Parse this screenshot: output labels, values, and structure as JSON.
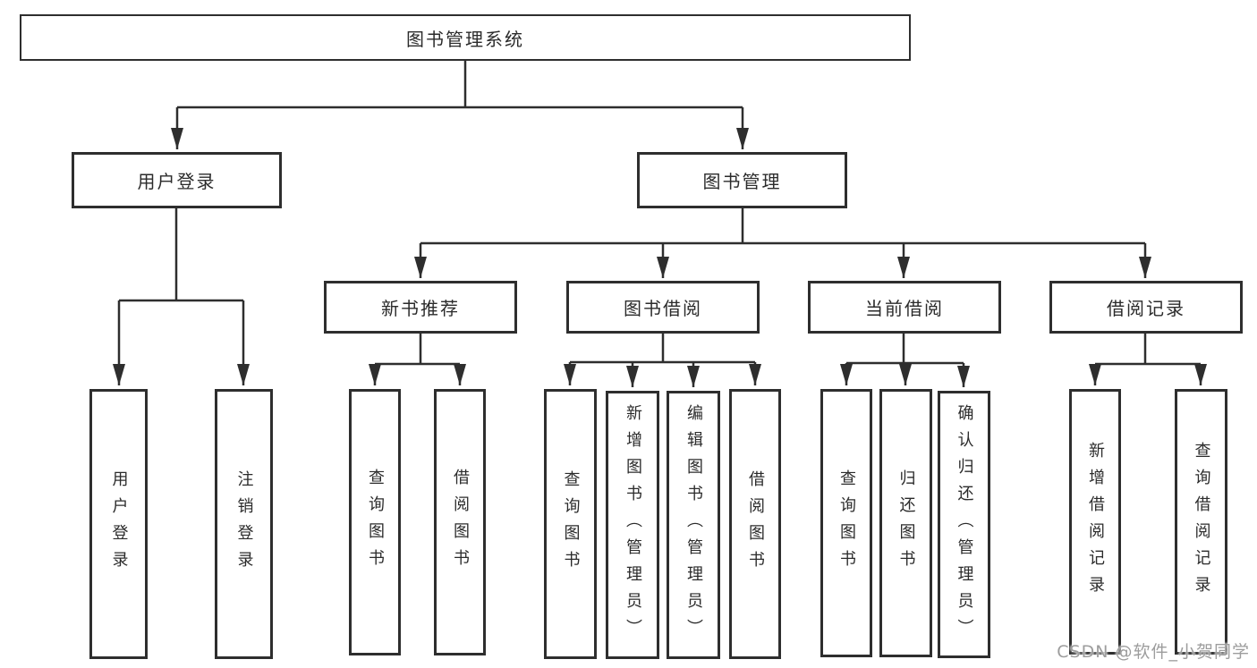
{
  "diagram": {
    "root": {
      "label": "图书管理系统"
    },
    "groups": [
      {
        "label": "用户登录",
        "children": [
          {
            "label": "用户登录"
          },
          {
            "label": "注销登录"
          }
        ]
      },
      {
        "label": "图书管理",
        "subgroups": [
          {
            "label": "新书推荐",
            "children": [
              {
                "label": "查询图书"
              },
              {
                "label": "借阅图书"
              }
            ]
          },
          {
            "label": "图书借阅",
            "children": [
              {
                "label": "查询图书"
              },
              {
                "label": "新增图书（管理员）"
              },
              {
                "label": "编辑图书（管理员）"
              },
              {
                "label": "借阅图书"
              }
            ]
          },
          {
            "label": "当前借阅",
            "children": [
              {
                "label": "查询图书"
              },
              {
                "label": "归还图书"
              },
              {
                "label": "确认归还（管理员）"
              }
            ]
          },
          {
            "label": "借阅记录",
            "children": [
              {
                "label": "新增借阅记录"
              },
              {
                "label": "查询借阅记录"
              }
            ]
          }
        ]
      }
    ]
  },
  "watermark": {
    "text": "CSDN @软件_小贺同学"
  },
  "colors": {
    "line": "#2e2e2e",
    "border": "#2e2e2e",
    "text": "#2b2b2b",
    "watermark": "#9d9d9d",
    "background": "#ffffff"
  }
}
